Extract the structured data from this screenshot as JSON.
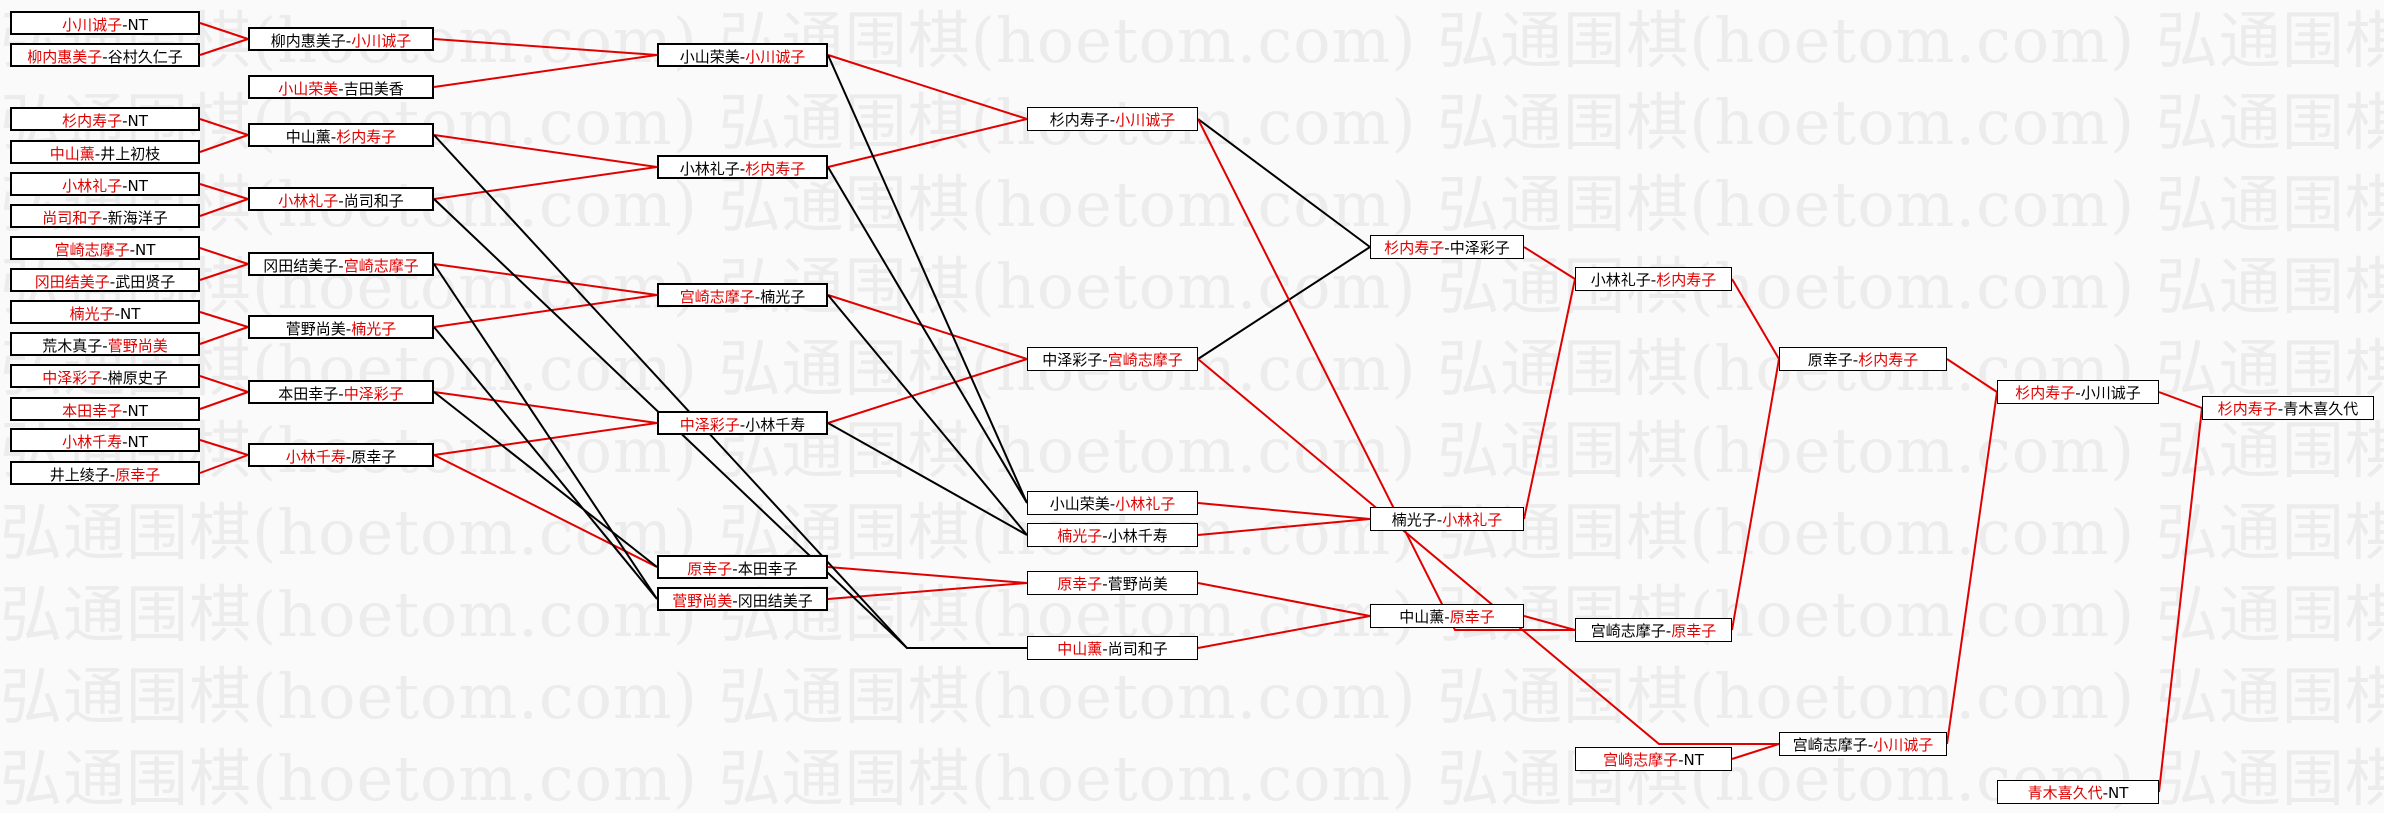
{
  "watermark": {
    "text": "弘通围棋(hoetom.com)"
  },
  "colors": {
    "winner": "#e00000",
    "loss_line": "#000000",
    "win_line": "#e00000"
  },
  "rounds": [
    {
      "name": "r1",
      "matches": [
        {
          "id": "m1",
          "a": "小川诚子",
          "b": "NT",
          "winner": "a"
        },
        {
          "id": "m2",
          "a": "柳内惠美子",
          "b": "谷村久仁子",
          "winner": "a"
        },
        {
          "id": "m3",
          "a": "杉内寿子",
          "b": "NT",
          "winner": "a"
        },
        {
          "id": "m4",
          "a": "中山薰",
          "b": "井上初枝",
          "winner": "a"
        },
        {
          "id": "m5",
          "a": "小林礼子",
          "b": "NT",
          "winner": "a"
        },
        {
          "id": "m6",
          "a": "尚司和子",
          "b": "新海洋子",
          "winner": "a"
        },
        {
          "id": "m7",
          "a": "宫崎志摩子",
          "b": "NT",
          "winner": "a"
        },
        {
          "id": "m8",
          "a": "冈田结美子",
          "b": "武田贤子",
          "winner": "a"
        },
        {
          "id": "m9",
          "a": "楠光子",
          "b": "NT",
          "winner": "a"
        },
        {
          "id": "m10",
          "a": "荒木真子",
          "b": "菅野尚美",
          "winner": "b"
        },
        {
          "id": "m11",
          "a": "中泽彩子",
          "b": "榊原史子",
          "winner": "a"
        },
        {
          "id": "m12",
          "a": "本田幸子",
          "b": "NT",
          "winner": "a"
        },
        {
          "id": "m13",
          "a": "小林千寿",
          "b": "NT",
          "winner": "a"
        },
        {
          "id": "m14",
          "a": "井上绫子",
          "b": "原幸子",
          "winner": "b"
        }
      ]
    },
    {
      "name": "r2",
      "matches": [
        {
          "id": "n1",
          "a": "柳内惠美子",
          "b": "小川诚子",
          "winner": "b"
        },
        {
          "id": "n2",
          "a": "小山荣美",
          "b": "吉田美香",
          "winner": "a"
        },
        {
          "id": "n3",
          "a": "中山薰",
          "b": "杉内寿子",
          "winner": "b"
        },
        {
          "id": "n4",
          "a": "小林礼子",
          "b": "尚司和子",
          "winner": "a"
        },
        {
          "id": "n5",
          "a": "冈田结美子",
          "b": "宫崎志摩子",
          "winner": "b"
        },
        {
          "id": "n6",
          "a": "菅野尚美",
          "b": "楠光子",
          "winner": "b"
        },
        {
          "id": "n7",
          "a": "本田幸子",
          "b": "中泽彩子",
          "winner": "b"
        },
        {
          "id": "n8",
          "a": "小林千寿",
          "b": "原幸子",
          "winner": "a"
        }
      ]
    },
    {
      "name": "r3",
      "matches": [
        {
          "id": "p1",
          "a": "小山荣美",
          "b": "小川诚子",
          "winner": "b"
        },
        {
          "id": "p2",
          "a": "小林礼子",
          "b": "杉内寿子",
          "winner": "b"
        },
        {
          "id": "p3",
          "a": "宫崎志摩子",
          "b": "楠光子",
          "winner": "a"
        },
        {
          "id": "p4",
          "a": "中泽彩子",
          "b": "小林千寿",
          "winner": "a"
        },
        {
          "id": "p5",
          "a": "原幸子",
          "b": "本田幸子",
          "winner": "a"
        },
        {
          "id": "p6",
          "a": "菅野尚美",
          "b": "冈田结美子",
          "winner": "a"
        }
      ]
    },
    {
      "name": "r4",
      "matches": [
        {
          "id": "q1",
          "a": "杉内寿子",
          "b": "小川诚子",
          "winner": "b"
        },
        {
          "id": "q2",
          "a": "中泽彩子",
          "b": "宫崎志摩子",
          "winner": "b"
        },
        {
          "id": "q3",
          "a": "小山荣美",
          "b": "小林礼子",
          "winner": "b"
        },
        {
          "id": "q4",
          "a": "楠光子",
          "b": "小林千寿",
          "winner": "a"
        },
        {
          "id": "q5",
          "a": "原幸子",
          "b": "菅野尚美",
          "winner": "a"
        },
        {
          "id": "q6",
          "a": "中山薰",
          "b": "尚司和子",
          "winner": "a"
        }
      ]
    },
    {
      "name": "r5",
      "matches": [
        {
          "id": "s1",
          "a": "杉内寿子",
          "b": "中泽彩子",
          "winner": "a"
        },
        {
          "id": "s2",
          "a": "楠光子",
          "b": "小林礼子",
          "winner": "b"
        },
        {
          "id": "s3",
          "a": "中山薰",
          "b": "原幸子",
          "winner": "b"
        }
      ]
    },
    {
      "name": "r6",
      "matches": [
        {
          "id": "t1",
          "a": "小林礼子",
          "b": "杉内寿子",
          "winner": "b"
        },
        {
          "id": "t2",
          "a": "宫崎志摩子",
          "b": "原幸子",
          "winner": "b"
        },
        {
          "id": "t3",
          "a": "宫崎志摩子",
          "b": "NT",
          "winner": "a"
        }
      ]
    },
    {
      "name": "r7",
      "matches": [
        {
          "id": "u1",
          "a": "原幸子",
          "b": "杉内寿子",
          "winner": "b"
        },
        {
          "id": "u2",
          "a": "宫崎志摩子",
          "b": "小川诚子",
          "winner": "b"
        }
      ]
    },
    {
      "name": "r8",
      "matches": [
        {
          "id": "v1",
          "a": "杉内寿子",
          "b": "小川诚子",
          "winner": "a"
        },
        {
          "id": "v2",
          "a": "青木喜久代",
          "b": "NT",
          "winner": "a"
        }
      ]
    },
    {
      "name": "final",
      "matches": [
        {
          "id": "w1",
          "a": "杉内寿子",
          "b": "青木喜久代",
          "winner": "a"
        }
      ]
    }
  ],
  "links": [
    [
      "m1",
      "n1",
      "win"
    ],
    [
      "m2",
      "n1",
      "win"
    ],
    [
      "m3",
      "n3",
      "win"
    ],
    [
      "m4",
      "n3",
      "win"
    ],
    [
      "m5",
      "n4",
      "win"
    ],
    [
      "m6",
      "n4",
      "win"
    ],
    [
      "m7",
      "n5",
      "win"
    ],
    [
      "m8",
      "n5",
      "win"
    ],
    [
      "m9",
      "n6",
      "win"
    ],
    [
      "m10",
      "n6",
      "win"
    ],
    [
      "m11",
      "n7",
      "win"
    ],
    [
      "m12",
      "n7",
      "win"
    ],
    [
      "m13",
      "n8",
      "win"
    ],
    [
      "m14",
      "n8",
      "win"
    ],
    [
      "n1",
      "p1",
      "win"
    ],
    [
      "n2",
      "p1",
      "win"
    ],
    [
      "n3",
      "p2",
      "win"
    ],
    [
      "n4",
      "p2",
      "win"
    ],
    [
      "n5",
      "p3",
      "win"
    ],
    [
      "n6",
      "p3",
      "win"
    ],
    [
      "n7",
      "p4",
      "win"
    ],
    [
      "n8",
      "p4",
      "win"
    ],
    [
      "n8",
      "p5",
      "win"
    ],
    [
      "n7",
      "p5",
      "loss"
    ],
    [
      "n6",
      "p6",
      "loss"
    ],
    [
      "n5",
      "p6",
      "loss"
    ],
    [
      "p1",
      "q1",
      "win"
    ],
    [
      "p2",
      "q1",
      "win"
    ],
    [
      "p3",
      "q2",
      "win"
    ],
    [
      "p4",
      "q2",
      "win"
    ],
    [
      "p1",
      "q3",
      "loss"
    ],
    [
      "p2",
      "q3",
      "loss"
    ],
    [
      "p3",
      "q4",
      "loss"
    ],
    [
      "p4",
      "q4",
      "loss"
    ],
    [
      "p5",
      "q5",
      "win"
    ],
    [
      "p6",
      "q5",
      "win"
    ],
    [
      "n3",
      "q6",
      "loss"
    ],
    [
      "n4",
      "q6",
      "loss"
    ],
    [
      "q1",
      "s1",
      "loss"
    ],
    [
      "q2",
      "s1",
      "loss"
    ],
    [
      "q3",
      "s2",
      "win"
    ],
    [
      "q4",
      "s2",
      "win"
    ],
    [
      "q5",
      "s3",
      "win"
    ],
    [
      "q6",
      "s3",
      "win"
    ],
    [
      "s1",
      "t1",
      "win"
    ],
    [
      "s2",
      "t1",
      "win"
    ],
    [
      "s3",
      "t2",
      "win"
    ],
    [
      "q1",
      "t2",
      "win"
    ],
    [
      "t1",
      "u1",
      "win"
    ],
    [
      "t2",
      "u1",
      "win"
    ],
    [
      "q2",
      "u2",
      "win"
    ],
    [
      "t3",
      "u2",
      "win"
    ],
    [
      "u1",
      "v1",
      "win"
    ],
    [
      "u2",
      "v1",
      "win"
    ],
    [
      "v1",
      "w1",
      "win"
    ],
    [
      "v2",
      "w1",
      "win"
    ]
  ]
}
